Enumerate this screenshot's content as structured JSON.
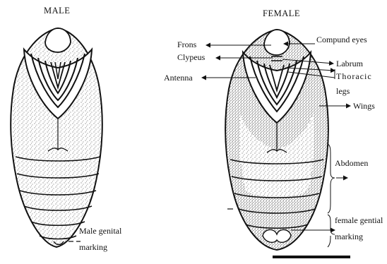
{
  "figure": {
    "male_title": "MALE",
    "female_title": "FEMALE",
    "male_labels": {
      "genital_line1": "Male  genital",
      "genital_line2": "marking"
    },
    "female_labels": {
      "frons": "Frons",
      "clypeus": "Clypeus",
      "antenna": "Antenna",
      "compound_eyes": "Compund eyes",
      "labrum": "Labrum",
      "thoracic": "Thoracic",
      "legs": "legs",
      "wings": "Wings",
      "abdomen": "Abdomen",
      "genital_line1": "female gential",
      "genital_line2": "marking"
    }
  }
}
